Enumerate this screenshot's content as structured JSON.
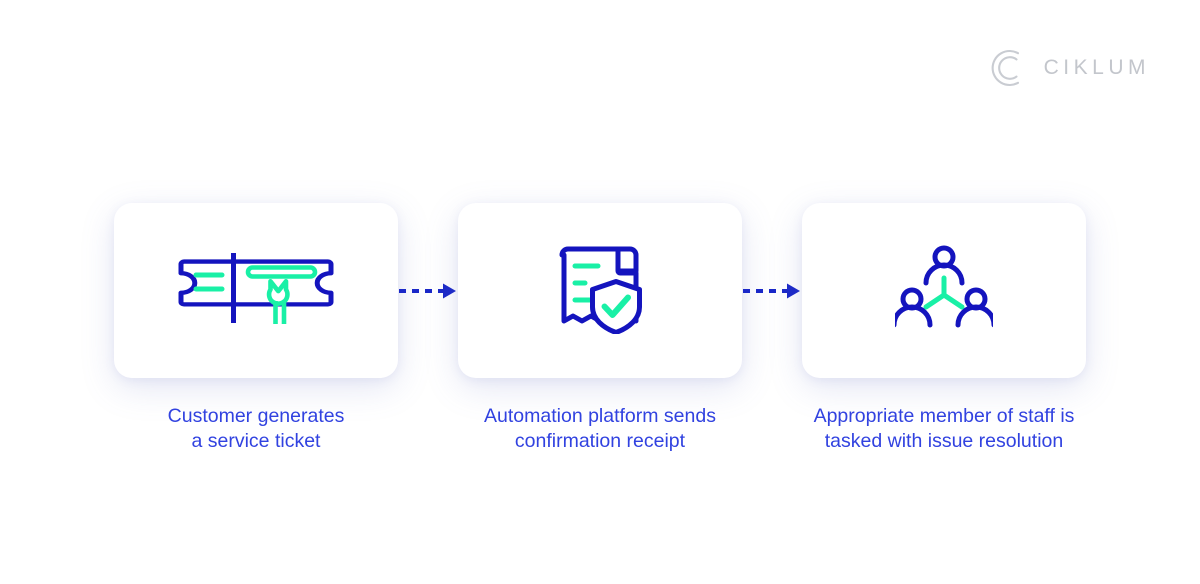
{
  "brand": {
    "name": "CIKLUM",
    "mark_icon": "ciklum-c-logo-icon",
    "color": "#c3c6cc"
  },
  "theme": {
    "background": "#ffffff",
    "card_background": "#ffffff",
    "icon_blue": "#1414be",
    "icon_green": "#19f0a6",
    "caption_color": "#3142e0",
    "arrow_color": "#1a28c8"
  },
  "flow": {
    "steps": [
      {
        "id": "step-1",
        "icon": "service-ticket-icon",
        "caption": "Customer generates\na service ticket"
      },
      {
        "id": "step-2",
        "icon": "confirmation-receipt-shield-icon",
        "caption": "Automation platform sends\nconfirmation receipt"
      },
      {
        "id": "step-3",
        "icon": "staff-team-network-icon",
        "caption": "Appropriate member of staff is\ntasked with issue resolution"
      }
    ],
    "connectors": [
      {
        "id": "connector-1",
        "icon": "dashed-arrow-right-icon"
      },
      {
        "id": "connector-2",
        "icon": "dashed-arrow-right-icon"
      }
    ]
  }
}
